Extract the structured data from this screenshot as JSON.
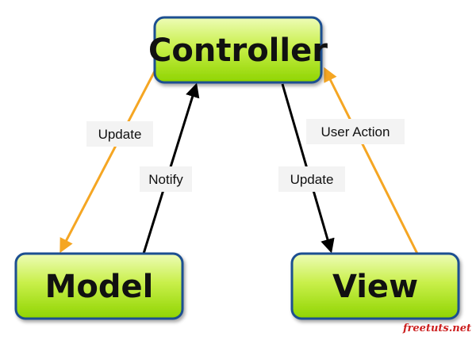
{
  "nodes": {
    "controller": "Controller",
    "model": "Model",
    "view": "View"
  },
  "edges": {
    "controller_to_model": "Update",
    "model_to_controller": "Notify",
    "controller_to_view": "Update",
    "view_to_controller": "User Action"
  },
  "watermark": "freetuts.net",
  "colors": {
    "node_fill_top": "#eefcb8",
    "node_fill_bottom": "#8fd400",
    "node_border": "#1f4f91",
    "arrow_orange": "#f5a623",
    "arrow_black": "#000000",
    "label_background": "#f3f3f3",
    "watermark": "#cc1f1f"
  }
}
